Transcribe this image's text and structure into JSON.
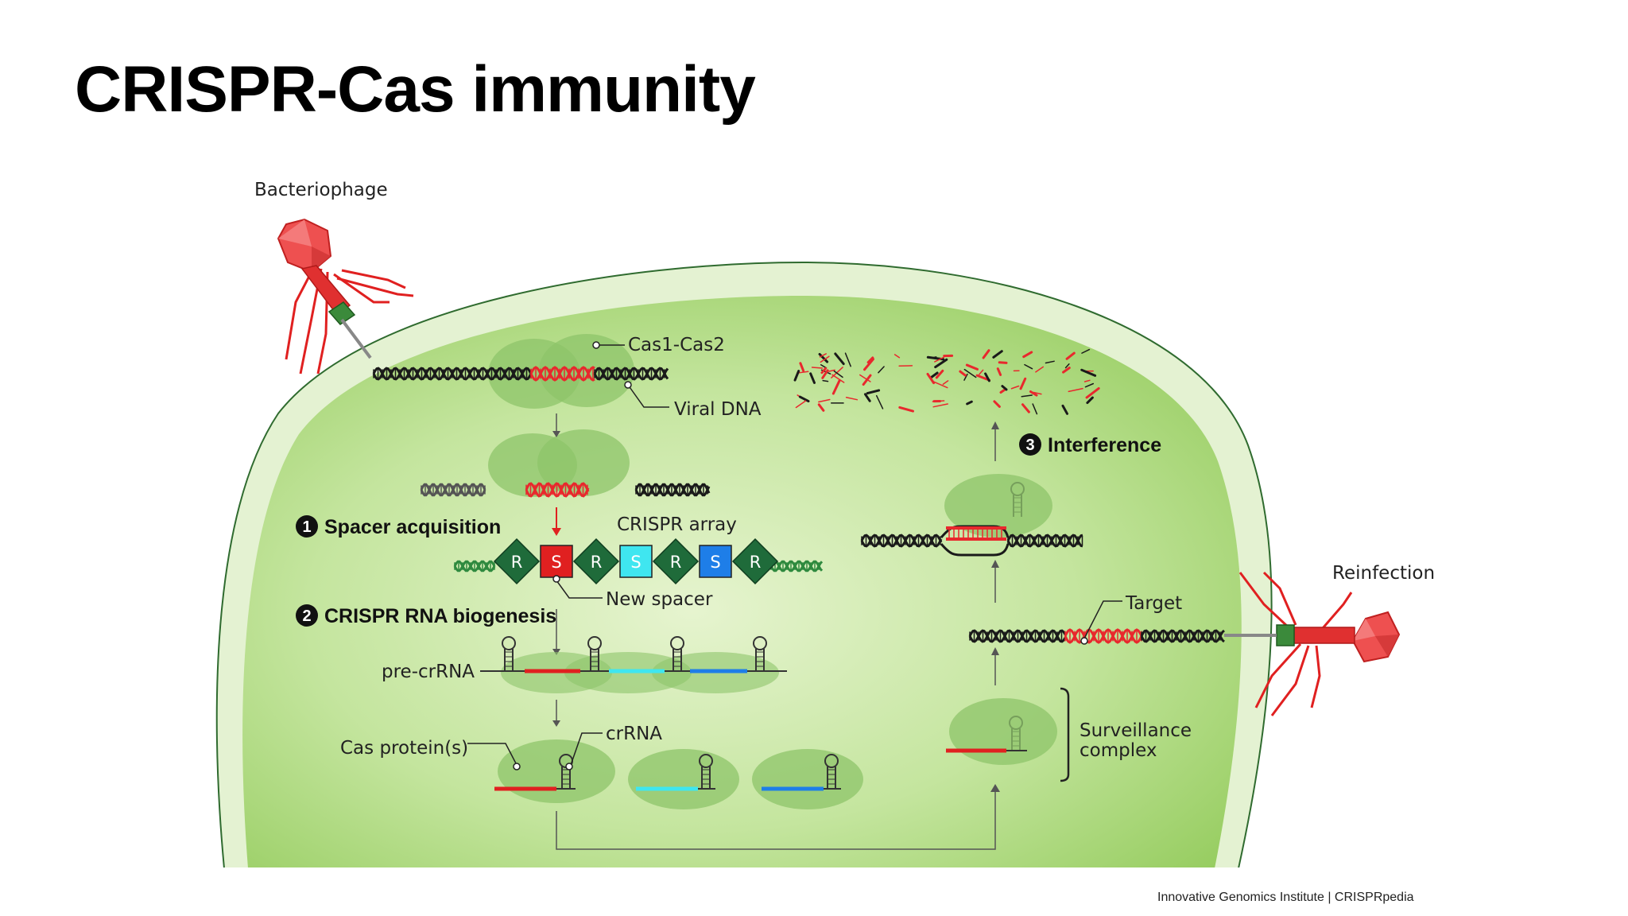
{
  "title": "CRISPR-Cas immunity",
  "labels": {
    "bacteriophage": "Bacteriophage",
    "reinfection": "Reinfection",
    "cas1_cas2": "Cas1-Cas2",
    "viral_dna": "Viral DNA",
    "crispr_array": "CRISPR array",
    "new_spacer": "New spacer",
    "pre_crrna": "pre-crRNA",
    "cas_proteins": "Cas protein(s)",
    "crrna": "crRNA",
    "target": "Target",
    "surveillance_line1": "Surveillance",
    "surveillance_line2": "complex"
  },
  "steps": [
    {
      "number": "1",
      "label": "Spacer acquisition"
    },
    {
      "number": "2",
      "label": "CRISPR RNA biogenesis"
    },
    {
      "number": "3",
      "label": "Interference"
    }
  ],
  "array_units": [
    {
      "letter": "R",
      "kind": "repeat",
      "color": "#1f6b3a"
    },
    {
      "letter": "S",
      "kind": "spacer",
      "color": "#e02020"
    },
    {
      "letter": "R",
      "kind": "repeat",
      "color": "#1f6b3a"
    },
    {
      "letter": "S",
      "kind": "spacer",
      "color": "#3fe6f0"
    },
    {
      "letter": "R",
      "kind": "repeat",
      "color": "#1f6b3a"
    },
    {
      "letter": "S",
      "kind": "spacer",
      "color": "#1e7ee8"
    },
    {
      "letter": "R",
      "kind": "repeat",
      "color": "#1f6b3a"
    }
  ],
  "colors": {
    "cell_fill": "#b4dc86",
    "cell_membrane": "#e4f2d2",
    "protein": "#8ec46a",
    "viral": "#e8282d",
    "host_dna": "#1a1a1a",
    "spacer_cyan": "#3fe6f0",
    "spacer_blue": "#1e7ee8"
  },
  "credit": "Innovative Genomics Institute | CRISPRpedia"
}
